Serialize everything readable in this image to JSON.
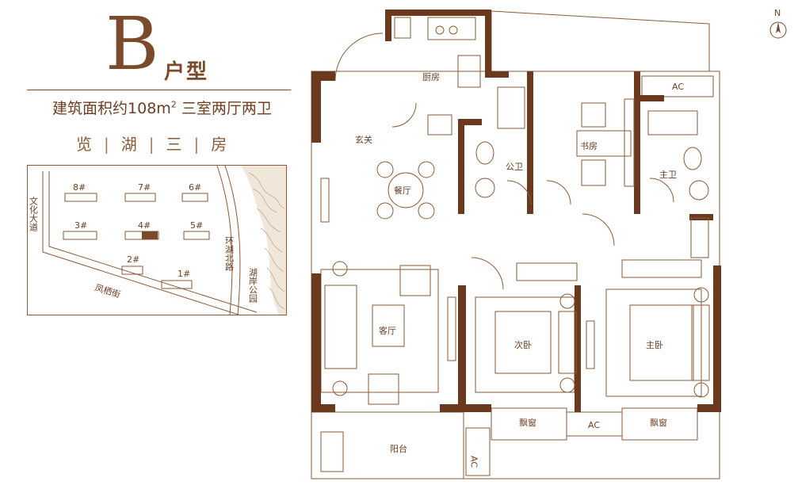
{
  "header": {
    "letter": "B",
    "type_word": "户型",
    "area_prefix": "建筑面积约",
    "area_value": "108m",
    "area_sup": "2",
    "area_suffix": "三室两厅两卫",
    "tags": [
      "览",
      "湖",
      "三",
      "房"
    ]
  },
  "site_map": {
    "buildings": [
      "8#",
      "7#",
      "6#",
      "3#",
      "4#",
      "5#",
      "2#",
      "1#"
    ],
    "roads": [
      "文化大道",
      "环湖北路",
      "湖岸公园",
      "凤栖街"
    ]
  },
  "rooms": {
    "kitchen": "厨房",
    "foyer": "玄关",
    "dining": "餐厅",
    "living": "客厅",
    "balcony": "阳台",
    "public_bath": "公卫",
    "study": "书房",
    "master_bath": "主卫",
    "second_bed": "次卧",
    "master_bed": "主卧",
    "bay_window_1": "飘窗",
    "bay_window_2": "飘窗",
    "ac_1": "AC",
    "ac_2": "AC",
    "ac_3": "AC"
  },
  "compass": {
    "label": "N"
  },
  "colors": {
    "brown": "#7a4a2a",
    "wall": "#6b3a1e",
    "line": "#8a5a36"
  }
}
